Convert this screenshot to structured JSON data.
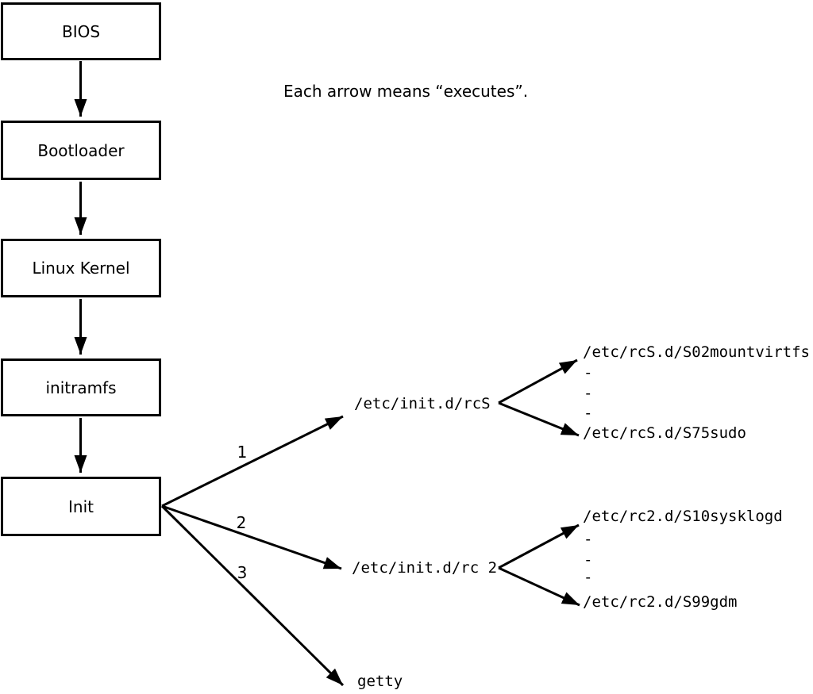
{
  "caption": "Each arrow means “executes”.",
  "boxes": [
    {
      "id": "bios",
      "label": "BIOS"
    },
    {
      "id": "bootloader",
      "label": "Bootloader"
    },
    {
      "id": "linux-kernel",
      "label": "Linux Kernel"
    },
    {
      "id": "initramfs",
      "label": "initramfs"
    },
    {
      "id": "init",
      "label": "Init"
    }
  ],
  "arrow_labels": {
    "rcS": "1",
    "rc2": "2",
    "getty": "3"
  },
  "targets": {
    "rcS": "/etc/init.d/rcS",
    "rc2": "/etc/init.d/rc 2",
    "getty": "getty"
  },
  "rcS_scripts": {
    "first": "/etc/rcS.d/S02mountvirtfs",
    "ellipsis": [
      "-",
      "-",
      "-"
    ],
    "last": "/etc/rcS.d/S75sudo"
  },
  "rc2_scripts": {
    "first": "/etc/rc2.d/S10sysklogd",
    "ellipsis": [
      "-",
      "-",
      "-"
    ],
    "last": "/etc/rc2.d/S99gdm"
  },
  "colors": {
    "ink": "#000000",
    "background": "#ffffff"
  }
}
